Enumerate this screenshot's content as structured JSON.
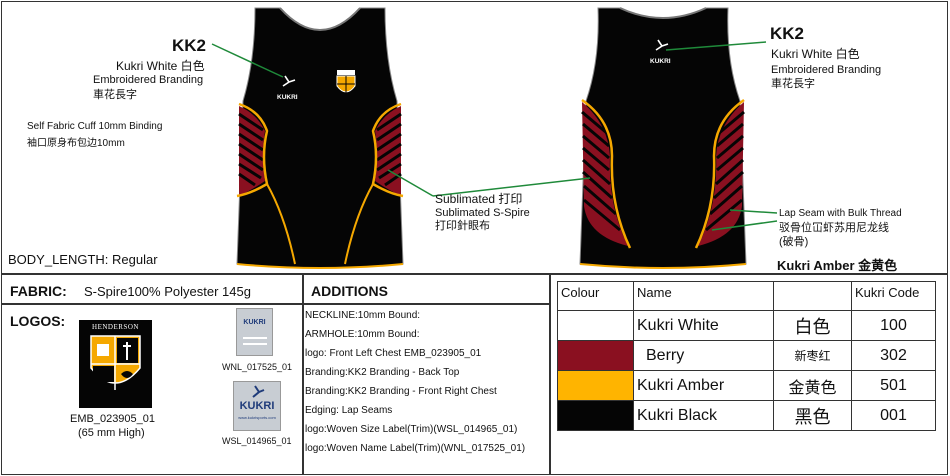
{
  "top": {
    "front": {
      "code": "KK2",
      "colour": "Kukri White 白色",
      "branding": "Embroidered Branding",
      "branding_cn": "車花長字"
    },
    "back": {
      "code": "KK2",
      "colour": "Kukri White 白色",
      "branding": "Embroidered Branding",
      "branding_cn": "車花長字"
    },
    "cuff": "Self Fabric Cuff 10mm Binding",
    "cuff_cn": "袖口原身布包边10mm",
    "sublimated": "Sublimated 打印",
    "sublimated2": "Sublimated S-Spire",
    "sublimated_cn": "打印針眼布",
    "lap_seam": "Lap Seam with Bulk Thread",
    "lap_seam_cn": "驳骨位冚虾苏用尼龙线",
    "lap_seam_cn2": "(破骨)",
    "edge_colour": "Kukri Amber 金黄色",
    "body_length": "BODY_LENGTH: Regular",
    "kukri_brand": "KUKRI"
  },
  "fabric": {
    "label": "FABRIC:",
    "value": "S-Spire100% Polyester 145g"
  },
  "logos": {
    "label": "LOGOS:",
    "crest_title": "HENDERSON",
    "crest_code": "EMB_023905_01",
    "crest_size": "(65 mm High)",
    "woven1_code": "WNL_017525_01",
    "woven2_code": "WSL_014965_01",
    "woven_brand": "KUKRI",
    "woven2_url": "www.kukrisports.com"
  },
  "additions": {
    "label": "ADDITIONS",
    "items": [
      "NECKLINE:10mm Bound:",
      "ARMHOLE:10mm Bound:",
      "logo: Front Left Chest EMB_023905_01",
      "Branding:KK2 Branding - Back Top",
      "Branding:KK2 Branding - Front Right Chest",
      "Edging: Lap Seams",
      "logo:Woven Size Label(Trim)(WSL_014965_01)",
      "logo:Woven Name Label(Trim)(WNL_017525_01)"
    ]
  },
  "colours": {
    "headers": [
      "Colour",
      "Name",
      "",
      "Kukri Code"
    ],
    "rows": [
      {
        "name": "Kukri White",
        "cn": "白色",
        "code": "100",
        "swatch": "#ffffff"
      },
      {
        "name": "Berry",
        "cn": "新枣红",
        "code": "302",
        "swatch": "#8a1020"
      },
      {
        "name": "Kukri Amber",
        "cn": "金黄色",
        "code": "501",
        "swatch": "#ffb400"
      },
      {
        "name": "Kukri Black",
        "cn": "黑色",
        "code": "001",
        "swatch": "#050505"
      }
    ]
  },
  "palette": {
    "black": "#050505",
    "berry": "#8a1020",
    "amber": "#f5a800",
    "leader": "#1f8a3a"
  }
}
